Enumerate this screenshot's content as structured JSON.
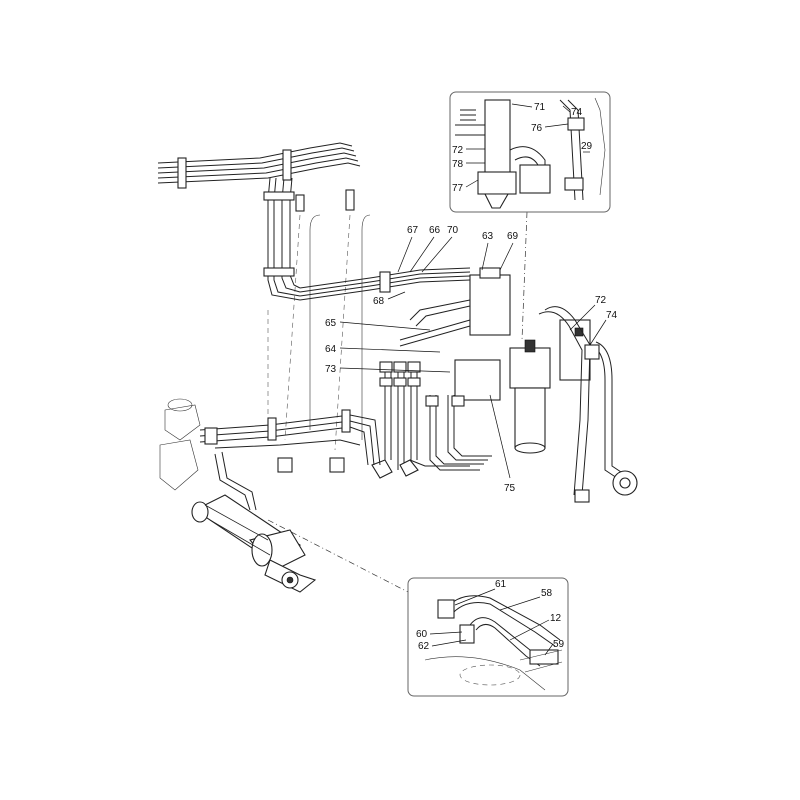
{
  "callouts": {
    "main": [
      {
        "id": "c67",
        "label": "67"
      },
      {
        "id": "c66",
        "label": "66"
      },
      {
        "id": "c70",
        "label": "70"
      },
      {
        "id": "c63",
        "label": "63"
      },
      {
        "id": "c69",
        "label": "69"
      },
      {
        "id": "c68",
        "label": "68"
      },
      {
        "id": "c65",
        "label": "65"
      },
      {
        "id": "c64",
        "label": "64"
      },
      {
        "id": "c73",
        "label": "73"
      },
      {
        "id": "c75",
        "label": "75"
      },
      {
        "id": "c72b",
        "label": "72"
      },
      {
        "id": "c74b",
        "label": "74"
      }
    ],
    "inset_top": [
      {
        "id": "c71",
        "label": "71"
      },
      {
        "id": "c74",
        "label": "74"
      },
      {
        "id": "c76",
        "label": "76"
      },
      {
        "id": "c72",
        "label": "72"
      },
      {
        "id": "c29",
        "label": "29"
      },
      {
        "id": "c78",
        "label": "78"
      },
      {
        "id": "c77",
        "label": "77"
      }
    ],
    "inset_bottom": [
      {
        "id": "c61",
        "label": "61"
      },
      {
        "id": "c58",
        "label": "58"
      },
      {
        "id": "c12",
        "label": "12"
      },
      {
        "id": "c60",
        "label": "60"
      },
      {
        "id": "c62",
        "label": "62"
      },
      {
        "id": "c59",
        "label": "59"
      }
    ]
  }
}
